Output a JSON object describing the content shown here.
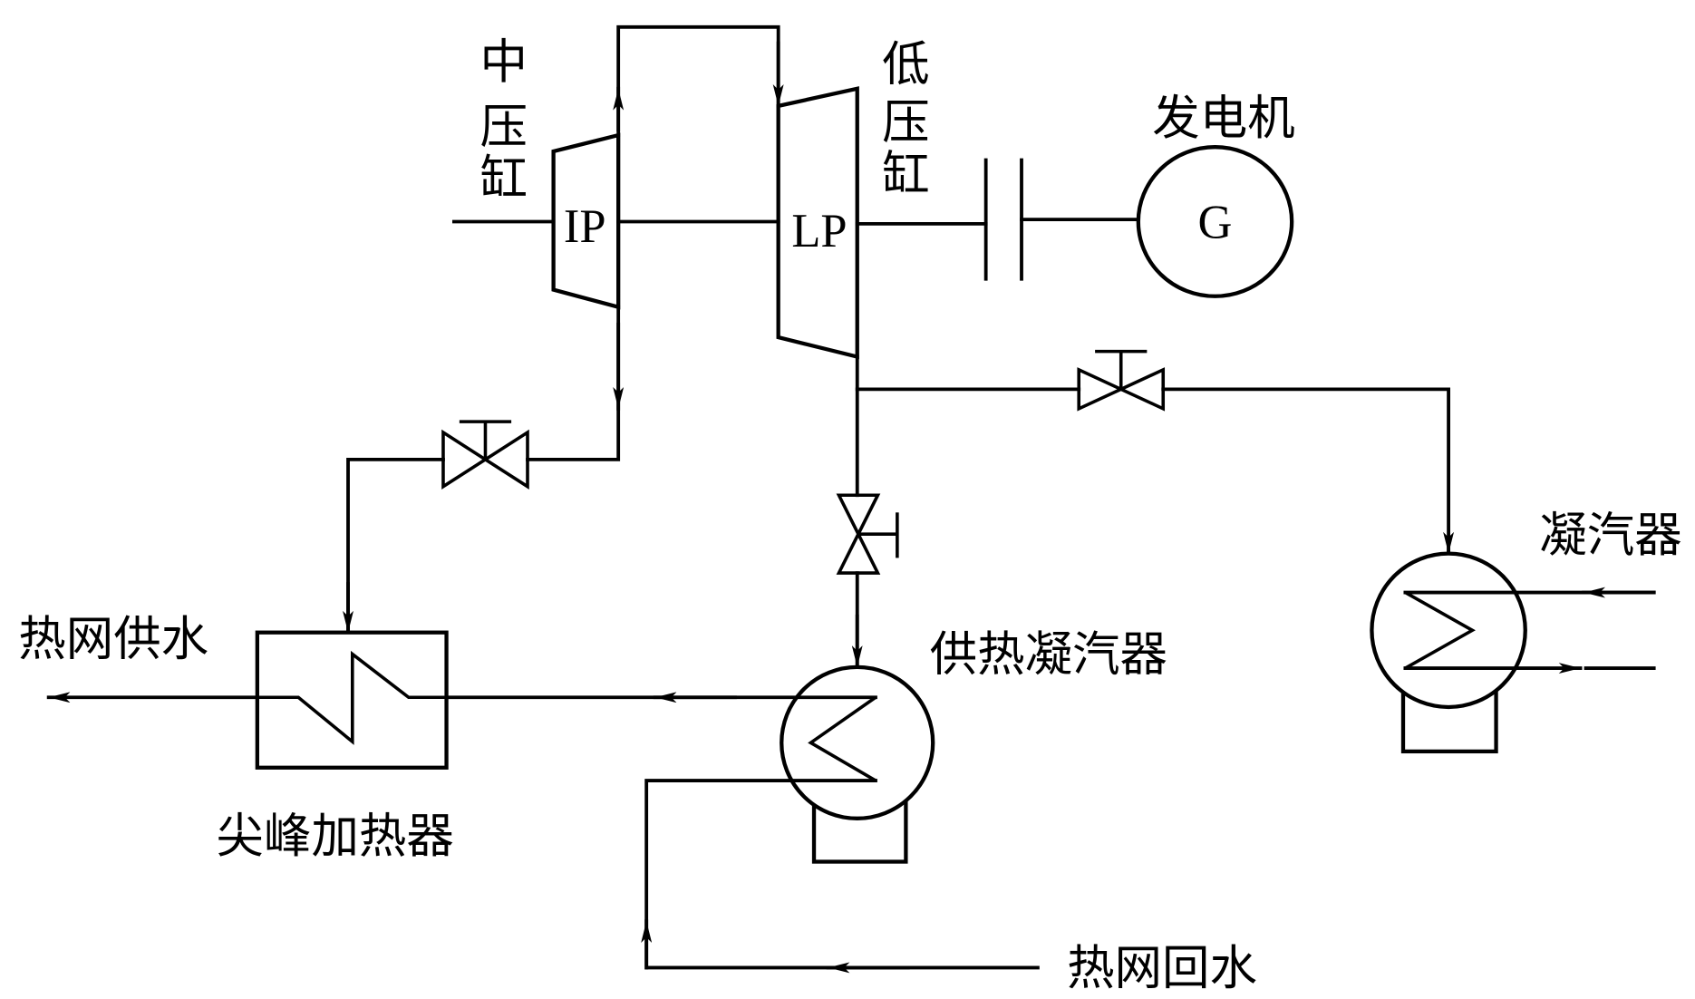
{
  "diagram": {
    "title": "",
    "components": {
      "ip_turbine": {
        "label": "中压缸",
        "symbol": "IP"
      },
      "lp_turbine": {
        "label": "低压缸",
        "symbol": "LP"
      },
      "generator": {
        "label": "发电机",
        "symbol": "G"
      },
      "condenser": {
        "label": "凝汽器"
      },
      "heating_condenser": {
        "label": "供热凝汽器"
      },
      "peak_heater": {
        "label": "尖峰加热器"
      }
    },
    "streams": {
      "supply_water": "热网供水",
      "return_water": "热网回水"
    },
    "valves": [
      {
        "id": "ip-extraction-valve"
      },
      {
        "id": "condenser-valve"
      },
      {
        "id": "heating-condenser-valve"
      }
    ],
    "colors": {
      "line": "#000000",
      "background": "#ffffff"
    }
  }
}
